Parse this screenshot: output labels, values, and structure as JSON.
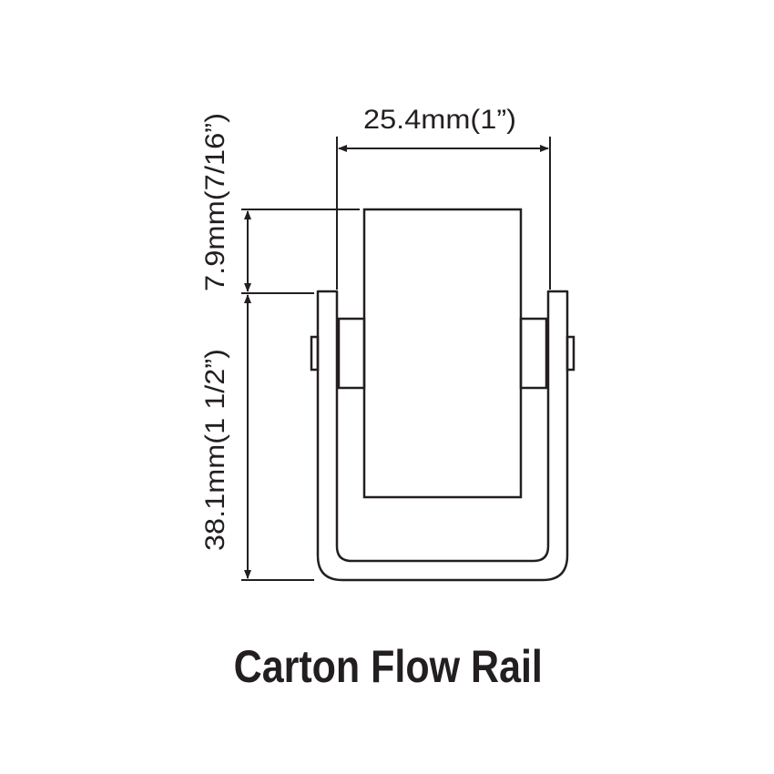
{
  "title": "Carton Flow Rail",
  "dimensions": {
    "width": "25.4mm(1”)",
    "roller_offset": "7.9mm(7/16”)",
    "height": "38.1mm(1 1/2”)"
  },
  "colors": {
    "line": "#231f20",
    "background": "#ffffff"
  }
}
